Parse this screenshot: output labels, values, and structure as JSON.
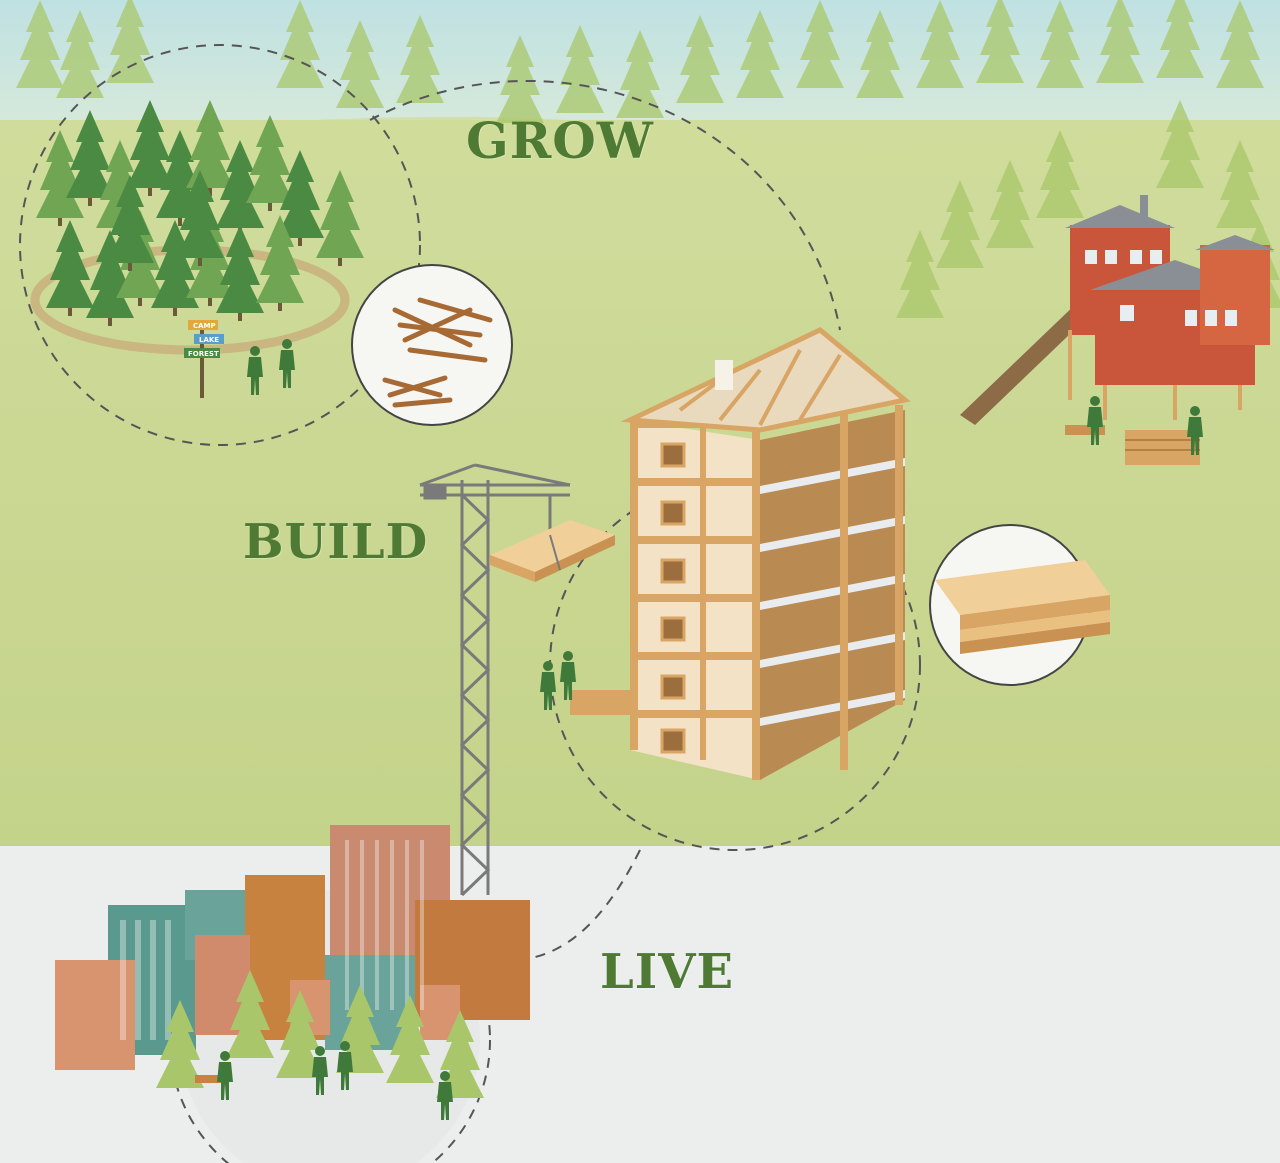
{
  "labels": {
    "grow": "GROW",
    "build": "BUILD",
    "live": "LIVE"
  },
  "signpost": [
    "CAMP",
    "LAKE",
    "FOREST"
  ],
  "colors": {
    "sky": "#cfe6e2",
    "meadow": "#c9d792",
    "meadow_dark": "#b4c877",
    "city_ground": "#eceeed",
    "label_green": "#4e7a33",
    "tree_dark": "#4a8a42",
    "tree_light": "#9cbf62",
    "wood": "#d8a564",
    "mill_red": "#c9553a"
  }
}
